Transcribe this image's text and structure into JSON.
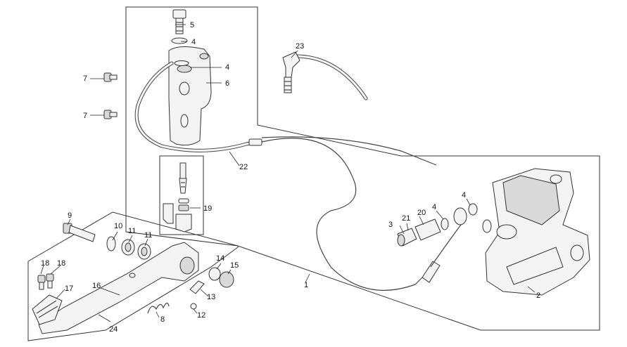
{
  "callouts": {
    "c1": "1",
    "c2": "2",
    "c3": "3",
    "c4a": "4",
    "c4b": "4",
    "c4c": "4",
    "c4d": "4",
    "c5": "5",
    "c6": "6",
    "c7a": "7",
    "c7b": "7",
    "c8": "8",
    "c9": "9",
    "c10": "10",
    "c11a": "11",
    "c11b": "11",
    "c12": "12",
    "c13": "13",
    "c14": "14",
    "c15": "15",
    "c16": "16",
    "c17": "17",
    "c18a": "18",
    "c18b": "18",
    "c19": "19",
    "c20": "20",
    "c21": "21",
    "c22": "22",
    "c23": "23",
    "c24": "24"
  }
}
